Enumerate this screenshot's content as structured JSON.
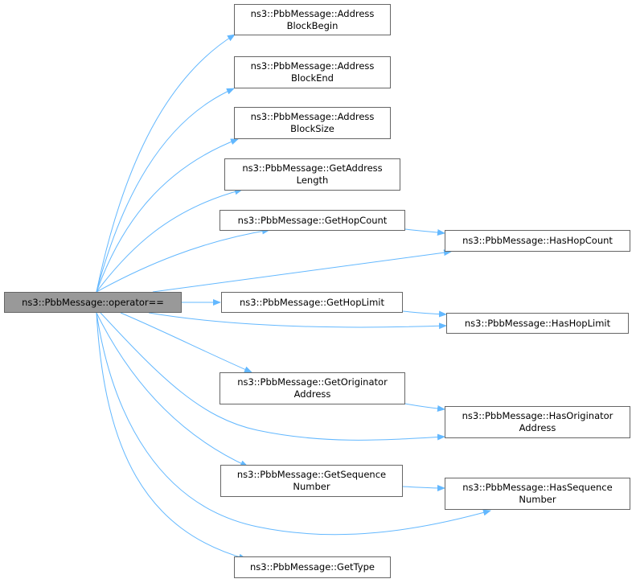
{
  "colors": {
    "edge": "#63b8ff",
    "node_border": "#666666",
    "root_fill": "#999999"
  },
  "nodes": {
    "root": {
      "l1": "ns3::PbbMessage::operator=="
    },
    "addr_begin": {
      "l1": "ns3::PbbMessage::Address",
      "l2": "BlockBegin"
    },
    "addr_end": {
      "l1": "ns3::PbbMessage::Address",
      "l2": "BlockEnd"
    },
    "addr_size": {
      "l1": "ns3::PbbMessage::Address",
      "l2": "BlockSize"
    },
    "get_addr_len": {
      "l1": "ns3::PbbMessage::GetAddress",
      "l2": "Length"
    },
    "get_hop_count": {
      "l1": "ns3::PbbMessage::GetHopCount"
    },
    "has_hop_count": {
      "l1": "ns3::PbbMessage::HasHopCount"
    },
    "get_hop_limit": {
      "l1": "ns3::PbbMessage::GetHopLimit"
    },
    "has_hop_limit": {
      "l1": "ns3::PbbMessage::HasHopLimit"
    },
    "get_orig_addr": {
      "l1": "ns3::PbbMessage::GetOriginator",
      "l2": "Address"
    },
    "has_orig_addr": {
      "l1": "ns3::PbbMessage::HasOriginator",
      "l2": "Address"
    },
    "get_seq_num": {
      "l1": "ns3::PbbMessage::GetSequence",
      "l2": "Number"
    },
    "has_seq_num": {
      "l1": "ns3::PbbMessage::HasSequence",
      "l2": "Number"
    },
    "get_type": {
      "l1": "ns3::PbbMessage::GetType"
    }
  }
}
